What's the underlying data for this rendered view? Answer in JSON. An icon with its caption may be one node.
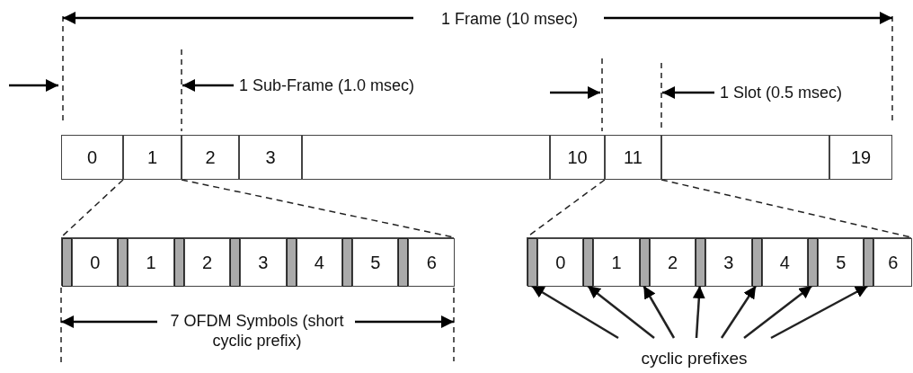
{
  "diagram": {
    "nodes": [
      {
        "text": [
          "0"
        ]
      },
      {
        "text": [
          "1"
        ]
      },
      {
        "text": [
          "2"
        ]
      },
      {
        "text": [
          "3"
        ]
      },
      {
        "text": [],
        "shape": "box"
      },
      {
        "text": [
          "10"
        ]
      },
      {
        "text": [
          "11"
        ]
      },
      {
        "text": [],
        "shape": "box"
      },
      {
        "text": [
          "19"
        ]
      },
      {
        "text": [],
        "shape": "box"
      },
      {
        "text": [],
        "shape": "bar",
        "in": 9
      },
      {
        "text": [
          "0"
        ],
        "in": 9
      },
      {
        "text": [],
        "shape": "bar",
        "in": 9
      },
      {
        "text": [
          "1"
        ],
        "in": 9
      },
      {
        "text": [],
        "shape": "bar",
        "in": 9
      },
      {
        "text": [
          "2"
        ],
        "in": 9
      },
      {
        "text": [],
        "shape": "bar",
        "in": 9
      },
      {
        "text": [
          "3"
        ],
        "in": 9
      },
      {
        "text": [],
        "shape": "bar",
        "in": 9
      },
      {
        "text": [
          "4"
        ],
        "in": 9
      },
      {
        "text": [],
        "shape": "bar",
        "in": 9
      },
      {
        "text": [
          "5"
        ],
        "in": 9
      },
      {
        "text": [],
        "shape": "bar",
        "in": 9
      },
      {
        "text": [
          "6"
        ],
        "in": 9
      },
      {
        "text": [],
        "shape": "box"
      },
      {
        "text": [],
        "shape": "bar",
        "in": 24
      },
      {
        "text": [
          "0"
        ],
        "in": 24
      },
      {
        "text": [],
        "shape": "bar",
        "in": 24
      },
      {
        "text": [
          "1"
        ],
        "in": 24
      },
      {
        "text": [],
        "shape": "bar",
        "in": 24
      },
      {
        "text": [
          "2"
        ],
        "in": 24
      },
      {
        "text": [],
        "shape": "bar",
        "in": 24
      },
      {
        "text": [
          "3"
        ],
        "in": 24
      },
      {
        "text": [],
        "shape": "bar",
        "in": 24
      },
      {
        "text": [
          "4"
        ],
        "in": 24
      },
      {
        "text": [],
        "shape": "bar",
        "in": 24
      },
      {
        "text": [
          "5"
        ],
        "in": 24
      },
      {
        "text": [],
        "shape": "bar",
        "in": 24
      },
      {
        "text": [
          "6"
        ],
        "in": 24
      },
      {
        "text": [
          "cyclic prefixes"
        ]
      }
    ],
    "edges": [
      {
        "from": 1,
        "to": 9,
        "arrow": "none",
        "style": "dashed"
      },
      {
        "from": 1,
        "to": 9,
        "arrow": "none",
        "style": "dashed"
      },
      {
        "from": 6,
        "to": 24,
        "arrow": "none",
        "style": "dashed"
      },
      {
        "from": 6,
        "to": 24,
        "arrow": "none",
        "style": "dashed"
      },
      {
        "from": 39,
        "to": 25,
        "arrow": "to"
      },
      {
        "from": 39,
        "to": 27,
        "arrow": "to"
      },
      {
        "from": 39,
        "to": 29,
        "arrow": "to"
      },
      {
        "from": 39,
        "to": 31,
        "arrow": "to"
      },
      {
        "from": 39,
        "to": 33,
        "arrow": "to"
      },
      {
        "from": 39,
        "to": 35,
        "arrow": "to"
      },
      {
        "from": 39,
        "to": 37,
        "arrow": "to"
      }
    ],
    "labels": [
      "1 Frame (10 msec)",
      "1 Sub-Frame (1.0 msec)",
      "1 Slot (0.5 msec)",
      "7 OFDM Symbols (short cyclic prefix)"
    ]
  }
}
